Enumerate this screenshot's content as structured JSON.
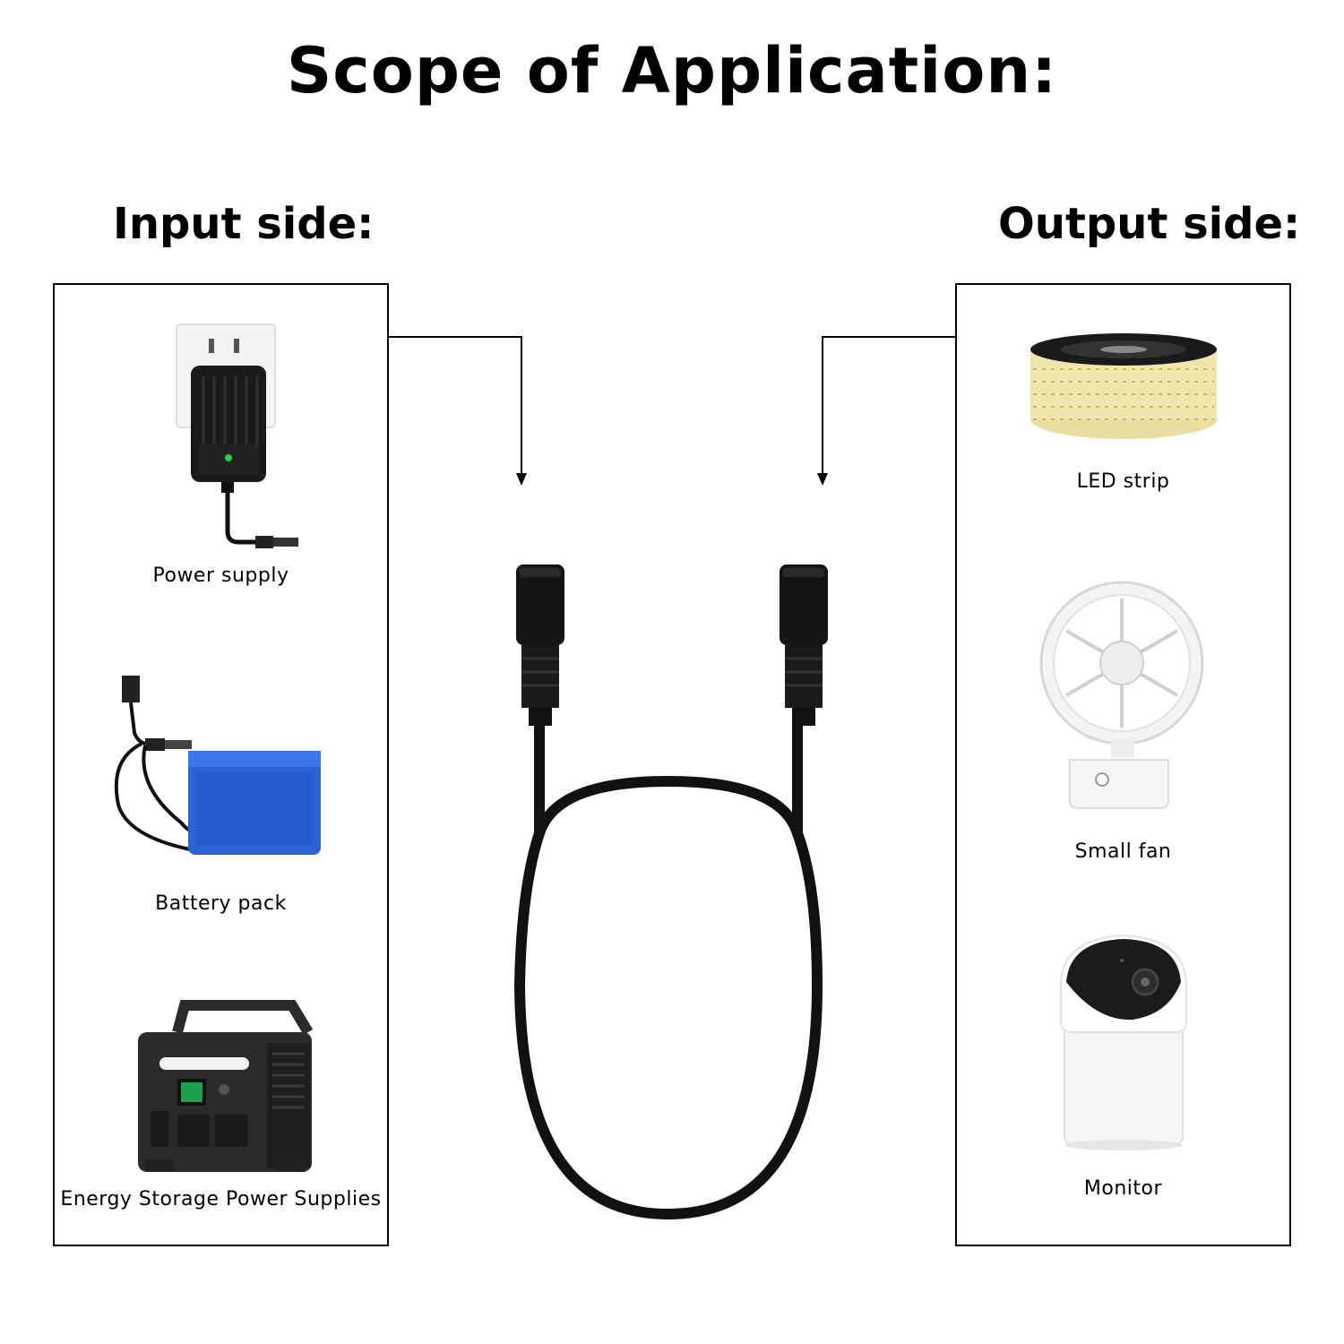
{
  "title": "Scope of Application:",
  "input": {
    "heading": "Input side:",
    "items": [
      {
        "label": "Power supply",
        "icon": "wall-adapter-icon"
      },
      {
        "label": "Battery pack",
        "icon": "battery-pack-icon"
      },
      {
        "label": "Energy Storage Power Supplies",
        "icon": "power-station-icon"
      }
    ]
  },
  "output": {
    "heading": "Output side:",
    "items": [
      {
        "label": "LED strip",
        "icon": "led-strip-icon"
      },
      {
        "label": "Small fan",
        "icon": "fan-icon"
      },
      {
        "label": "Monitor",
        "icon": "camera-icon"
      }
    ]
  },
  "colors": {
    "text": "#000000",
    "background": "#ffffff",
    "cable": "#111111",
    "battery": "#2a63d6",
    "led": "#f3ecb0"
  }
}
